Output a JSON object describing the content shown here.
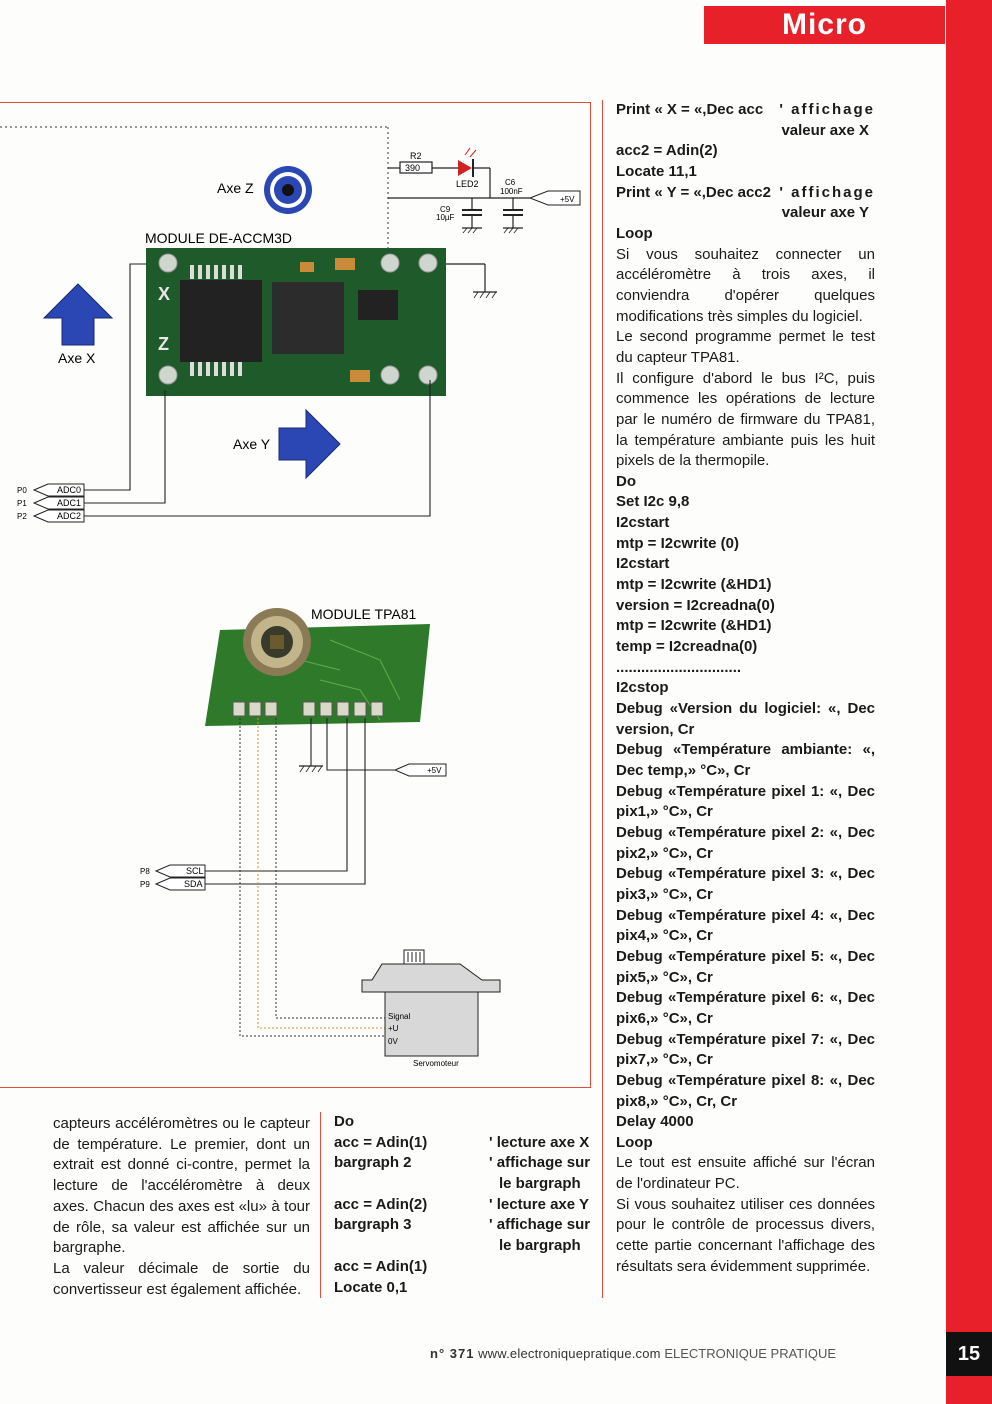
{
  "header": {
    "section": "Micro"
  },
  "figure": {
    "module_accel_title": "MODULE DE-ACCM3D",
    "module_tpa_title": "MODULE TPA81",
    "axe_z": "Axe Z",
    "axe_x": "Axe X",
    "axe_y": "Axe Y",
    "r2_label": "R2",
    "r2_value": "390",
    "led_label": "LED2",
    "c6_label": "C6",
    "c6_value": "100nF",
    "c9_label": "C9",
    "c9_value": "10µF",
    "plus5v_1": "+5V",
    "plus5v_2": "+5V",
    "ports_adc": [
      {
        "port": "P0",
        "sig": "ADC0"
      },
      {
        "port": "P1",
        "sig": "ADC1"
      },
      {
        "port": "P2",
        "sig": "ADC2"
      }
    ],
    "ports_i2c": [
      {
        "port": "P8",
        "sig": "SCL"
      },
      {
        "port": "P9",
        "sig": "SDA"
      }
    ],
    "servo_pins": [
      "Signal",
      "+U",
      "0V"
    ],
    "servo_label": "Servomoteur"
  },
  "left_col": [
    "capteurs accéléromètres ou le capteur de température. Le premier, dont un extrait est donné ci-contre, permet la lecture de l'accéléromètre à deux axes. Chacun des axes est «lu» à tour de rôle, sa valeur est affichée sur un bargraphe.",
    "La valeur décimale de sortie du convertisseur est également affichée."
  ],
  "mid_col": {
    "code": [
      "Do",
      "acc = Adin(1)",
      "bargraph 2",
      "",
      "acc = Adin(2)",
      "bargraph 3",
      "",
      "acc = Adin(1)",
      "Locate 0,1"
    ],
    "comments": [
      "",
      "' lecture axe X",
      "' affichage sur",
      "le bargraph",
      "' lecture axe Y",
      "' affichage sur",
      "le bargraph",
      "",
      ""
    ]
  },
  "right_col": {
    "print1_code": "Print « X = «,Dec acc",
    "print1_cmt": "' affichage",
    "print1_cmt2": "valeur axe X",
    "acc2": "acc2 = Adin(2)",
    "locate": "Locate 11,1",
    "print2_code": "Print « Y = «,Dec acc2",
    "print2_cmt": "' affichage",
    "print2_cmt2": "valeur axe Y",
    "loop1": "Loop",
    "para1": "Si vous souhaitez connecter un accéléromètre à trois axes, il conviendra d'opérer quelques modifications très simples du logiciel.",
    "para2": "Le second programme permet le test du capteur TPA81.",
    "para3": "Il configure d'abord le bus I²C, puis commence les opérations de lecture par le numéro de firmware du TPA81, la température ambiante puis les huit pixels de la thermopile.",
    "code2": [
      "Do",
      "Set I2c 9,8",
      "I2cstart",
      "mtp = I2cwrite (0)",
      "I2cstart",
      "mtp = I2cwrite (&HD1)",
      "version = I2creadna(0)",
      "mtp = I2cwrite (&HD1)",
      "temp = I2creadna(0)",
      "..............................",
      "I2cstop"
    ],
    "debug": [
      "Debug «Version du logiciel: «, Dec version, Cr",
      "Debug «Température ambiante: «, Dec temp,» °C», Cr",
      "Debug «Température pixel 1: «, Dec pix1,» °C», Cr",
      "Debug «Température pixel 2: «, Dec pix2,» °C», Cr",
      "Debug «Température pixel 3: «, Dec pix3,» °C», Cr",
      "Debug «Température pixel 4: «, Dec pix4,» °C», Cr",
      "Debug «Température pixel 5: «, Dec pix5,» °C», Cr",
      "Debug «Température pixel 6: «, Dec pix6,» °C», Cr",
      "Debug «Température pixel 7: «, Dec pix7,» °C», Cr",
      "Debug «Température pixel 8: «, Dec pix8,» °C», Cr, Cr"
    ],
    "delay": "Delay 4000",
    "loop2": "Loop",
    "para4": "Le tout est ensuite affiché sur l'écran de l'ordinateur PC.",
    "para5": "Si vous souhaitez utiliser ces données pour le contrôle de processus divers, cette partie concernant l'affichage des résultats sera évidemment supprimée."
  },
  "footer": {
    "issue": "n° 371",
    "site": "www.electroniquepratique.com",
    "mag": "ELECTRONIQUE PRATIQUE",
    "page": "15"
  },
  "colors": {
    "accent": "#e8202a",
    "frame": "#e24a3a",
    "pcb": "#1f5a2a",
    "arrow": "#2b47b4"
  }
}
